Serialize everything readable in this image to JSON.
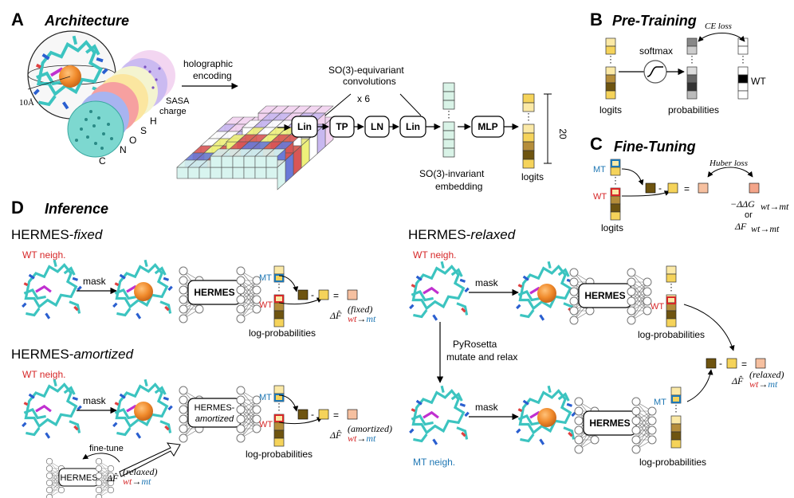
{
  "panels": {
    "A": {
      "letter": "A",
      "title": "Architecture"
    },
    "B": {
      "letter": "B",
      "title": "Pre-Training"
    },
    "C": {
      "letter": "C",
      "title": "Fine-Tuning"
    },
    "D": {
      "letter": "D",
      "title": "Inference"
    }
  },
  "architecture": {
    "radius": "10Å",
    "channels": [
      "C",
      "N",
      "O",
      "S",
      "H",
      "SASA",
      "charge"
    ],
    "holographic": [
      "holographic",
      "encoding"
    ],
    "equivariant": [
      "SO(3)-equivariant",
      "convolutions"
    ],
    "repeat": "x 6",
    "blocks": [
      "Lin",
      "TP",
      "LN",
      "Lin"
    ],
    "invariant": [
      "SO(3)-invariant",
      "embedding"
    ],
    "mlp": "MLP",
    "logits": "logits",
    "dim": "20"
  },
  "pretraining": {
    "softmax": "softmax",
    "loss": "CE loss",
    "logits": "logits",
    "probabilities": "probabilities",
    "wt": "WT"
  },
  "finetuning": {
    "mt": "MT",
    "wt": "WT",
    "loss": "Huber loss",
    "logits": "logits",
    "target1": "−ΔΔG",
    "target_sub": "wt→mt",
    "or": "or",
    "target2": "ΔF"
  },
  "inference": {
    "fixed": {
      "prefix": "HERMES-",
      "suffix": "fixed",
      "wt_neigh": "WT neigh.",
      "mask": "mask",
      "model": "HERMES",
      "logprob": "log-probabilities",
      "mt": "MT",
      "wt": "WT",
      "delta": "ΔF̂",
      "sup": "(fixed)",
      "sub_wt": "wt",
      "sub_mt": "mt"
    },
    "amortized": {
      "prefix": "HERMES-",
      "suffix": "amortized",
      "wt_neigh": "WT neigh.",
      "mask": "mask",
      "model1": "HERMES-",
      "model2": "amortized",
      "logprob": "log-probabilities",
      "mt": "MT",
      "wt": "WT",
      "delta": "ΔF̂",
      "sup": "(amortized)",
      "finetune": "fine-tune",
      "small_model": "HERMES",
      "ft_delta": "ΔF̂",
      "ft_sup": "(relaxed)"
    },
    "relaxed": {
      "prefix": "HERMES-",
      "suffix": "relaxed",
      "wt_neigh": "WT neigh.",
      "mt_neigh": "MT neigh.",
      "mask": "mask",
      "model": "HERMES",
      "logprob": "log-probabilities",
      "pyrosetta": "PyRosetta",
      "mutate": "mutate and relax",
      "mt": "MT",
      "wt": "WT",
      "delta": "ΔF̂",
      "sup": "(relaxed)"
    }
  },
  "colors": {
    "light_yellow": "#fbe9a6",
    "yellow": "#f5d35a",
    "mid_brown": "#b58d3a",
    "dark_brown": "#6e5410",
    "salmon": "#f6c0a0",
    "orange": "#f08a2b",
    "cyan": "#5fd0cc",
    "mt_blue": "#1f77b4",
    "wt_red": "#d62728",
    "cube_cyan": "#d8f4ef",
    "cube_blue": "#6a7ad8",
    "cube_red": "#d85656",
    "cube_yellow": "#eef07a",
    "cube_purple": "#c8b8f0",
    "cube_pink": "#f2d2f0",
    "emb_green": "#d9f3e7"
  }
}
